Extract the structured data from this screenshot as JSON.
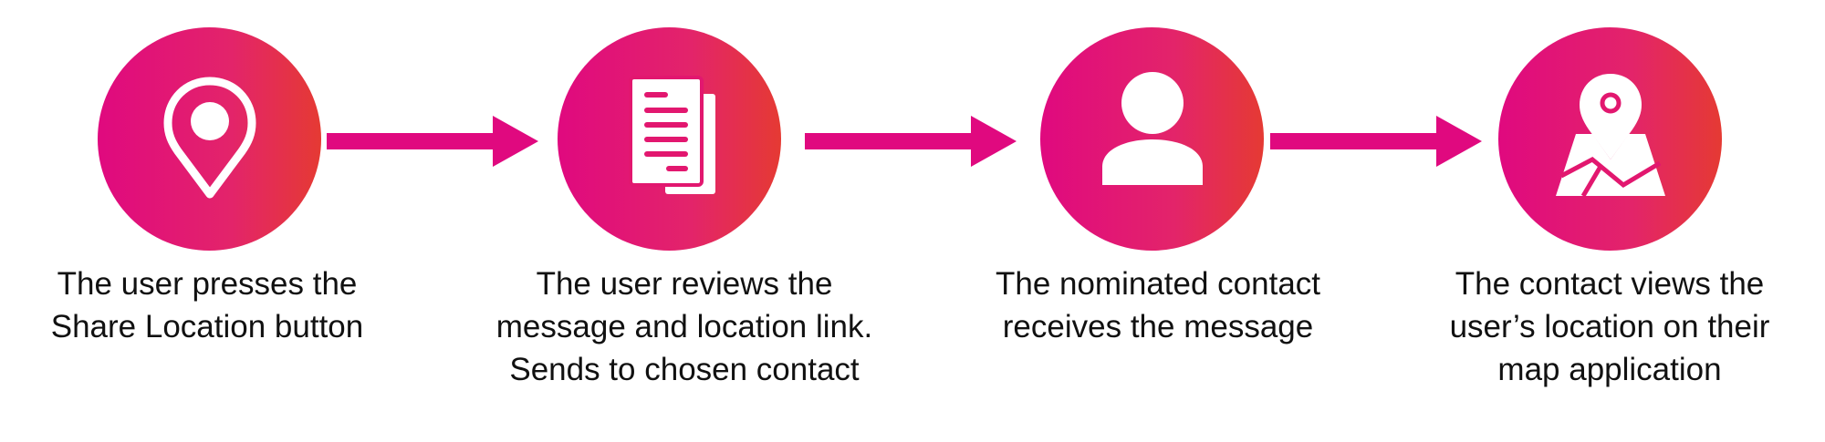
{
  "colors": {
    "gradient_start": "#e0097f",
    "gradient_end": "#e53a33",
    "arrow": "#e0097f",
    "text": "#111111"
  },
  "steps": [
    {
      "icon": "location-pin-icon",
      "caption": [
        "The user presses the",
        "Share Location button"
      ]
    },
    {
      "icon": "documents-icon",
      "caption": [
        "The user reviews the",
        "message and location link.",
        "Sends to chosen contact"
      ]
    },
    {
      "icon": "person-icon",
      "caption": [
        "The nominated contact",
        "receives the message"
      ]
    },
    {
      "icon": "map-pin-icon",
      "caption": [
        "The contact views the",
        "user’s location on their",
        "map application"
      ]
    }
  ]
}
